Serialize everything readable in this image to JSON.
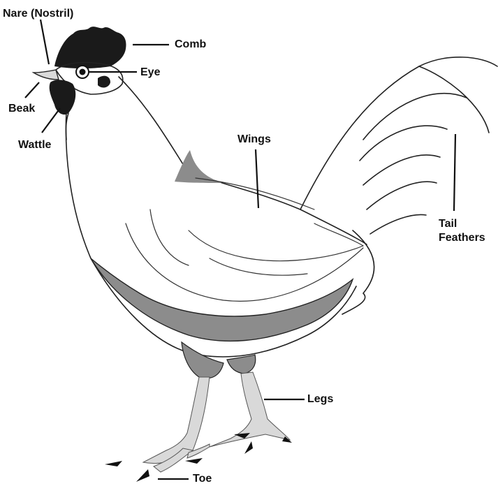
{
  "labels": {
    "nare": "Nare (Nostril)",
    "comb": "Comb",
    "eye": "Eye",
    "beak": "Beak",
    "wattle": "Wattle",
    "wings": "Wings",
    "tail": "Tail",
    "feathers": "Feathers",
    "legs": "Legs",
    "toe": "Toe"
  },
  "colors": {
    "outline": "#222222",
    "comb_wattle": "#1a1a1a",
    "wing_shade": "#8c8c8c",
    "leg": "#d9d9d9",
    "claw": "#111111"
  }
}
